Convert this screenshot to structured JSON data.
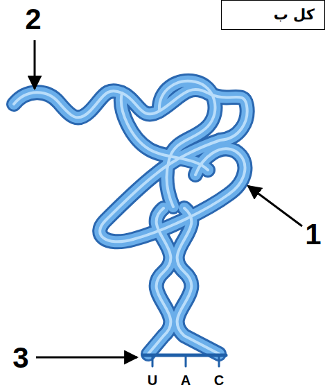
{
  "diagram": {
    "nodes": [
      {
        "text": [
          "كل ب"
        ]
      }
    ],
    "labels": [
      "2",
      "1",
      "3",
      "U",
      "A",
      "C"
    ]
  }
}
